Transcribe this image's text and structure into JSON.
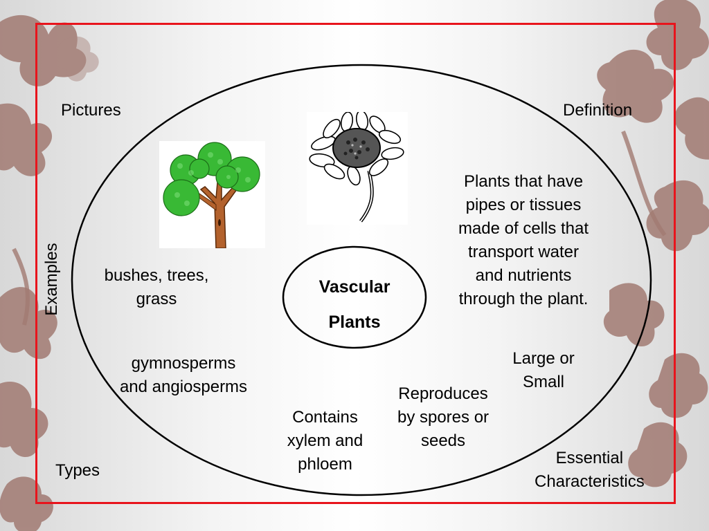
{
  "center": {
    "line1": "Vascular",
    "line2": "Plants"
  },
  "corners": {
    "pictures": "Pictures",
    "definition": "Definition",
    "examples": "Examples",
    "types": "Types",
    "essential": {
      "line1": "Essential",
      "line2": "Characteristics"
    }
  },
  "definition_text": [
    "Plants that have",
    "pipes or tissues",
    "made of cells that",
    "transport water",
    "and nutrients",
    "through the plant."
  ],
  "examples_text": [
    "bushes, trees,",
    "grass"
  ],
  "types_text": [
    "gymnosperms",
    "and angiosperms"
  ],
  "characteristics": {
    "size": [
      "Large or",
      "Small"
    ],
    "reproduction": [
      "Reproduces",
      "by spores or",
      "seeds"
    ],
    "tissue": [
      "Contains",
      "xylem and",
      "phloem"
    ]
  },
  "images": {
    "tree": "tree-picture",
    "flower": "flower-picture"
  },
  "colors": {
    "frame": "#e8141c",
    "leaf": "#9b6f66",
    "tree_leaves": "#3fbf3a",
    "trunk": "#a0522d"
  }
}
